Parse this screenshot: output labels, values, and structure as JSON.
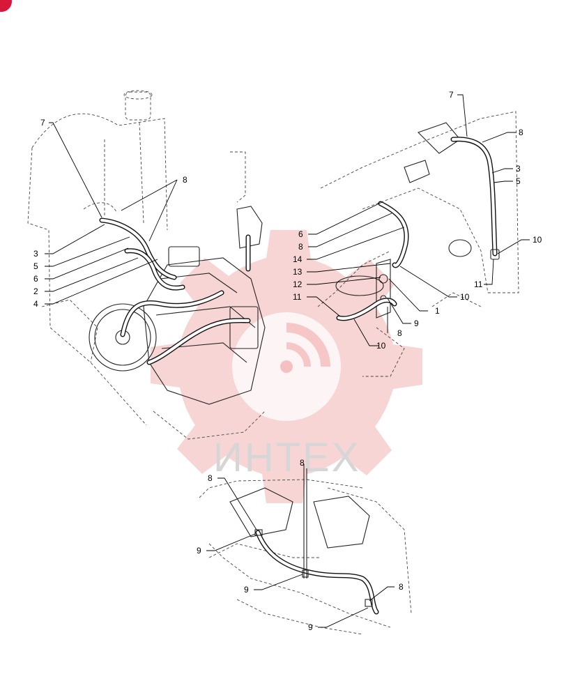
{
  "watermark": {
    "text": "ИНТЕХ",
    "color": "#f3b3b3"
  },
  "badge": {
    "color": "#d8183a"
  },
  "callouts": {
    "left": [
      "7",
      "8",
      "3",
      "5",
      "6",
      "2",
      "4"
    ],
    "right": [
      "7",
      "8",
      "3",
      "5",
      "10",
      "11",
      "6",
      "8",
      "14",
      "13",
      "12",
      "11",
      "10",
      "1",
      "9",
      "8",
      "10"
    ],
    "bottom": [
      "8",
      "8",
      "9",
      "9",
      "8",
      "9"
    ]
  }
}
